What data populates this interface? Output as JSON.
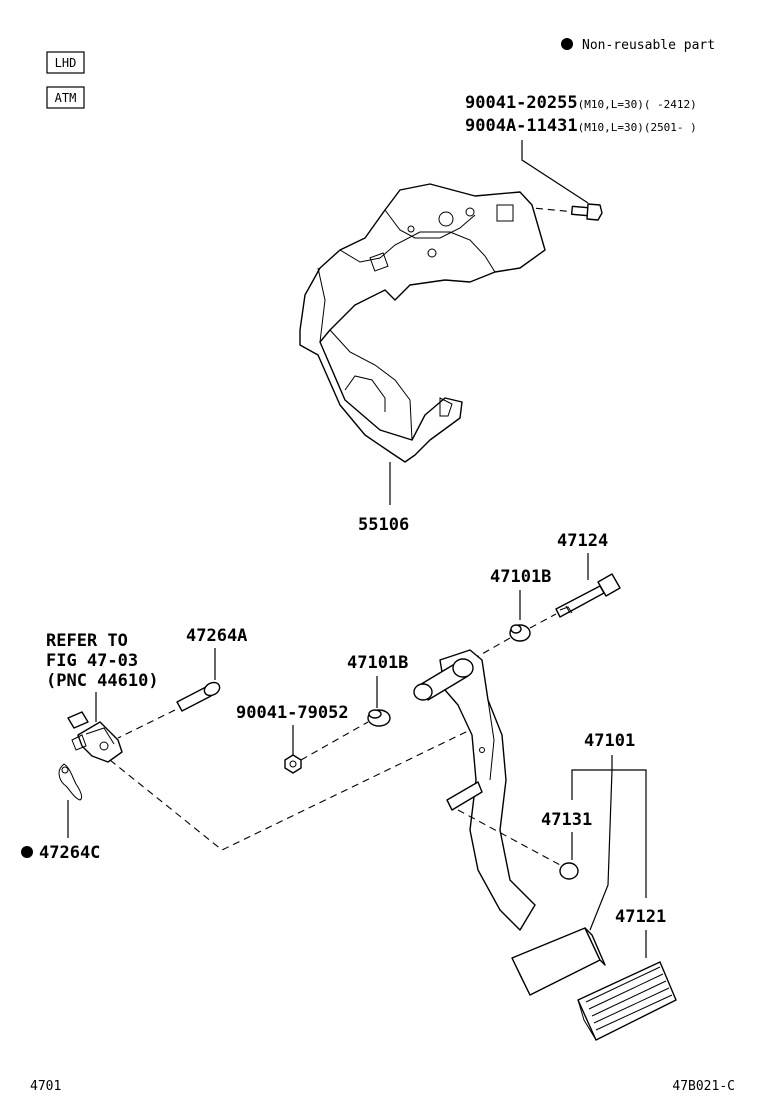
{
  "badges": [
    "LHD",
    "ATM"
  ],
  "legend": {
    "symbol": "●",
    "text": "Non-reusable part"
  },
  "bolt_top": {
    "line1": {
      "part": "90041-20255",
      "spec": "(M10,L=30)(     -2412)"
    },
    "line2": {
      "part": "9004A-11431",
      "spec": "(M10,L=30)(2501-     )"
    }
  },
  "labels": {
    "bracket": "55106",
    "pin_bolt": "47124",
    "bushing_upper": "47101B",
    "bushing_lower": "47101B",
    "clevis_pin": "47264A",
    "nut": "90041-79052",
    "pedal_assy": "47101",
    "cushion": "47131",
    "pad": "47121",
    "clip": "47264C"
  },
  "refer": [
    "REFER TO",
    "FIG 47-03",
    "(PNC 44610)"
  ],
  "footer": {
    "left": "4701",
    "right": "47B021-C"
  }
}
